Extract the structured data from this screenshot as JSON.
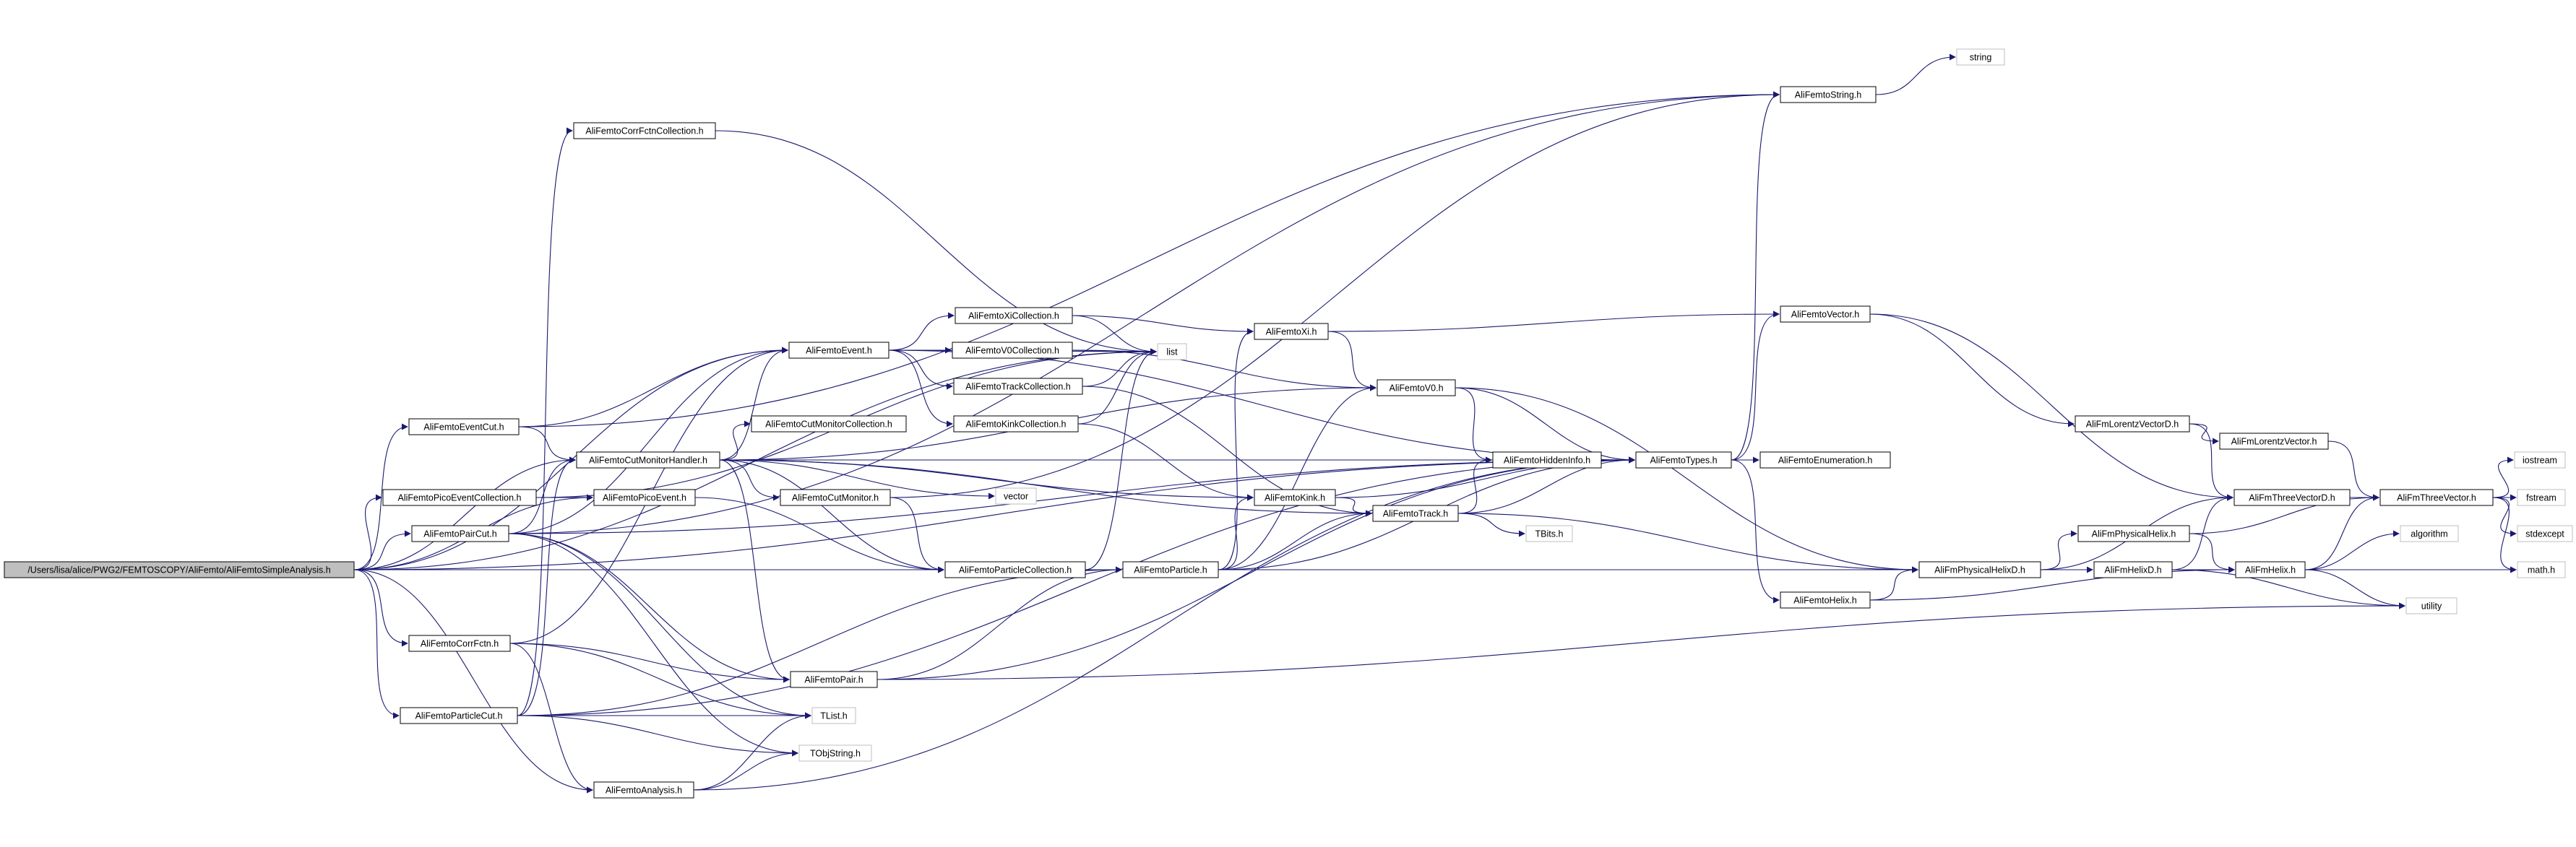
{
  "colors": {
    "edge": "#191970",
    "node_border": "#000000",
    "system_border": "#bfbfbf",
    "root_fill": "#bfbfbf",
    "background": "#ffffff"
  },
  "nodes": {
    "root": "/Users/lisa/alice/PWG2/FEMTOSCOPY/AliFemto/AliFemtoSimpleAnalysis.h",
    "corrfctncollection": "AliFemtoCorrFctnCollection.h",
    "eventcut": "AliFemtoEventCut.h",
    "cutmonitorhandler": "AliFemtoCutMonitorHandler.h",
    "picoeventcollection": "AliFemtoPicoEventCollection.h",
    "picoevent": "AliFemtoPicoEvent.h",
    "paircut": "AliFemtoPairCut.h",
    "corrfctn": "AliFemtoCorrFctn.h",
    "particlecut": "AliFemtoParticleCut.h",
    "analysis": "AliFemtoAnalysis.h",
    "event": "AliFemtoEvent.h",
    "xicollection": "AliFemtoXiCollection.h",
    "v0collection": "AliFemtoV0Collection.h",
    "trackcollection": "AliFemtoTrackCollection.h",
    "kinkcollection": "AliFemtoKinkCollection.h",
    "cutmonitorcollection": "AliFemtoCutMonitorCollection.h",
    "cutmonitor": "AliFemtoCutMonitor.h",
    "particlecollection": "AliFemtoParticleCollection.h",
    "pair": "AliFemtoPair.h",
    "tlist": "TList.h",
    "tobjstring": "TObjString.h",
    "list": "list",
    "vector": "vector",
    "xi": "AliFemtoXi.h",
    "v0": "AliFemtoV0.h",
    "kink": "AliFemtoKink.h",
    "particle": "AliFemtoParticle.h",
    "track": "AliFemtoTrack.h",
    "tbits": "TBits.h",
    "hiddeninfo": "AliFemtoHiddenInfo.h",
    "types": "AliFemtoTypes.h",
    "enumeration": "AliFemtoEnumeration.h",
    "femtovector": "AliFemtoVector.h",
    "femtostring": "AliFemtoString.h",
    "string": "string",
    "femtohelix": "AliFemtoHelix.h",
    "physicalhelixd": "AliFmPhysicalHelixD.h",
    "physicalhelix": "AliFmPhysicalHelix.h",
    "helixd": "AliFmHelixD.h",
    "helix": "AliFmHelix.h",
    "lorentzvectord": "AliFmLorentzVectorD.h",
    "lorentzvector": "AliFmLorentzVector.h",
    "threevectord": "AliFmThreeVectorD.h",
    "threevector": "AliFmThreeVector.h",
    "iostream": "iostream",
    "fstream": "fstream",
    "stdexcept": "stdexcept",
    "algorithm": "algorithm",
    "math": "math.h",
    "utility": "utility"
  }
}
